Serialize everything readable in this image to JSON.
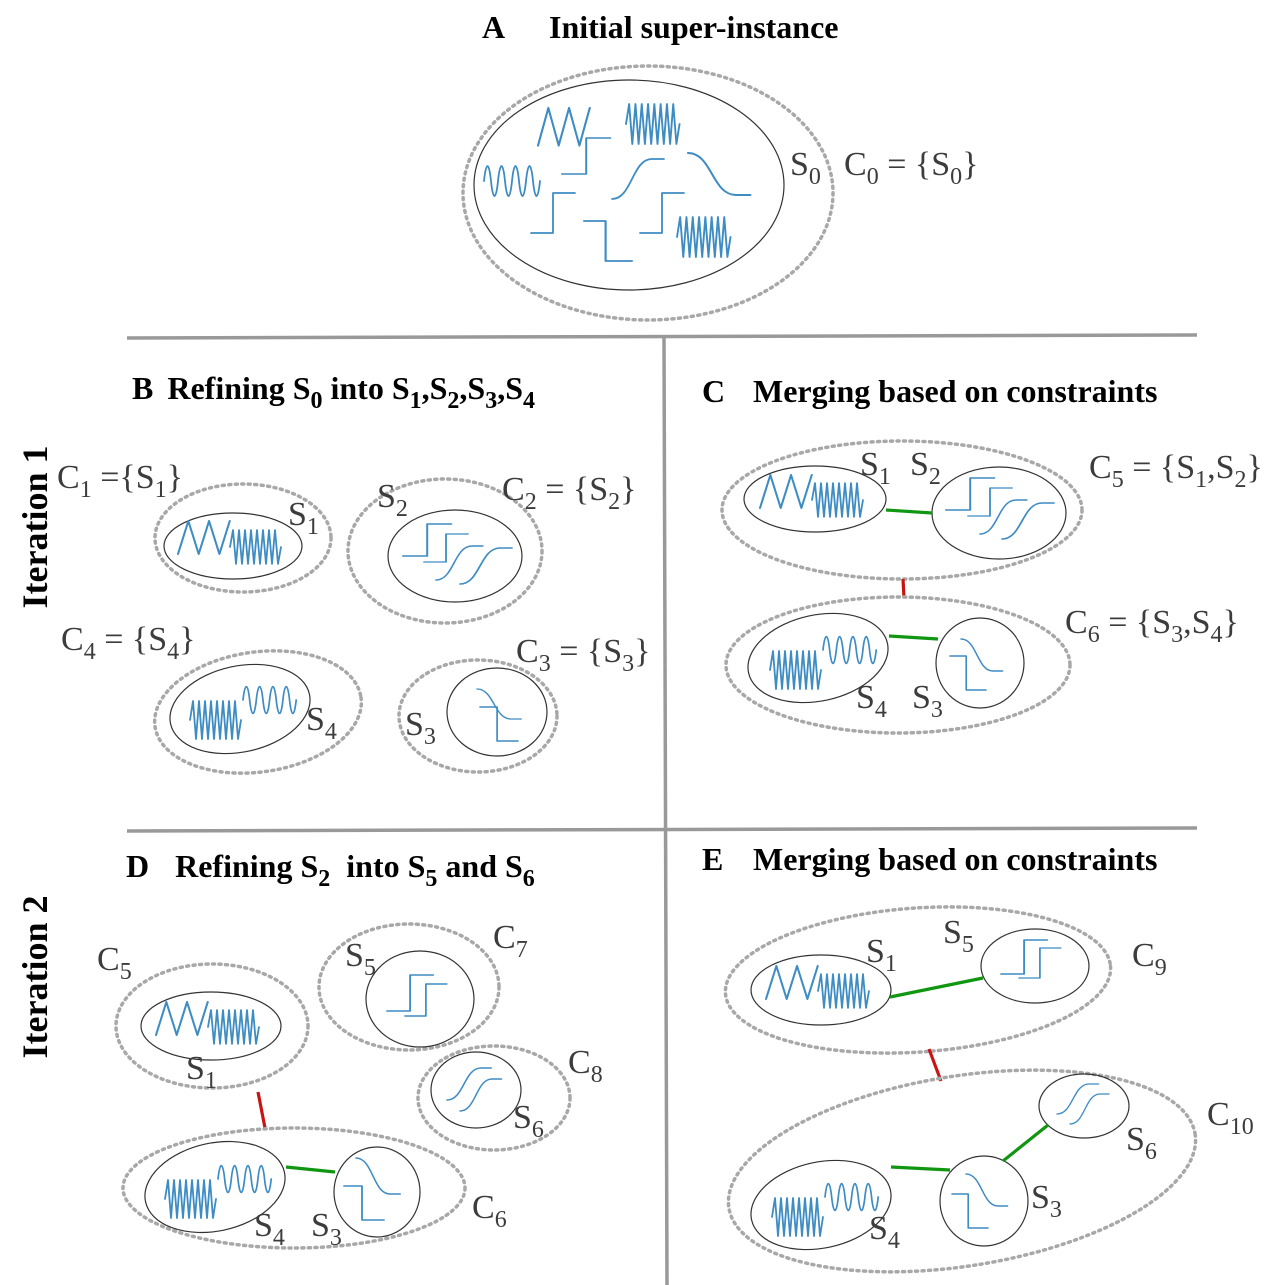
{
  "panels": {
    "A": {
      "letter": "A",
      "title": "Initial super-instance"
    },
    "B": {
      "letter": "B",
      "title_pre": "Refining S",
      "title_s0": "0",
      "title_mid": " into S",
      "title_s1": "1",
      "title_c1": ",S",
      "title_s2": "2",
      "title_c2": ",S",
      "title_s3": "3",
      "title_c3": ",S",
      "title_s4": "4"
    },
    "C": {
      "letter": "C",
      "title": "Merging based on constraints"
    },
    "D": {
      "letter": "D",
      "title_pre": "Refining S",
      "title_s2": "2",
      "title_mid": "  into S",
      "title_s5": "5",
      "title_and": " and S",
      "title_s6": "6"
    },
    "E": {
      "letter": "E",
      "title": "Merging based on constraints"
    }
  },
  "side_labels": {
    "iteration1": "Iteration 1",
    "iteration2": "Iteration 2"
  },
  "letters": {
    "S": "S",
    "C": "C",
    "eq": " = {",
    "eq_tight": " ={",
    "close": "}",
    "comma": ",S"
  },
  "subs": {
    "0": "0",
    "1": "1",
    "2": "2",
    "3": "3",
    "4": "4",
    "5": "5",
    "6": "6",
    "7": "7",
    "8": "8",
    "9": "9",
    "10": "10"
  },
  "colors": {
    "signal": "#3e8cc4",
    "must_link": "#109610",
    "cannot_link": "#c81414",
    "divider": "#999999",
    "cluster_border": "#a8a8a8"
  }
}
